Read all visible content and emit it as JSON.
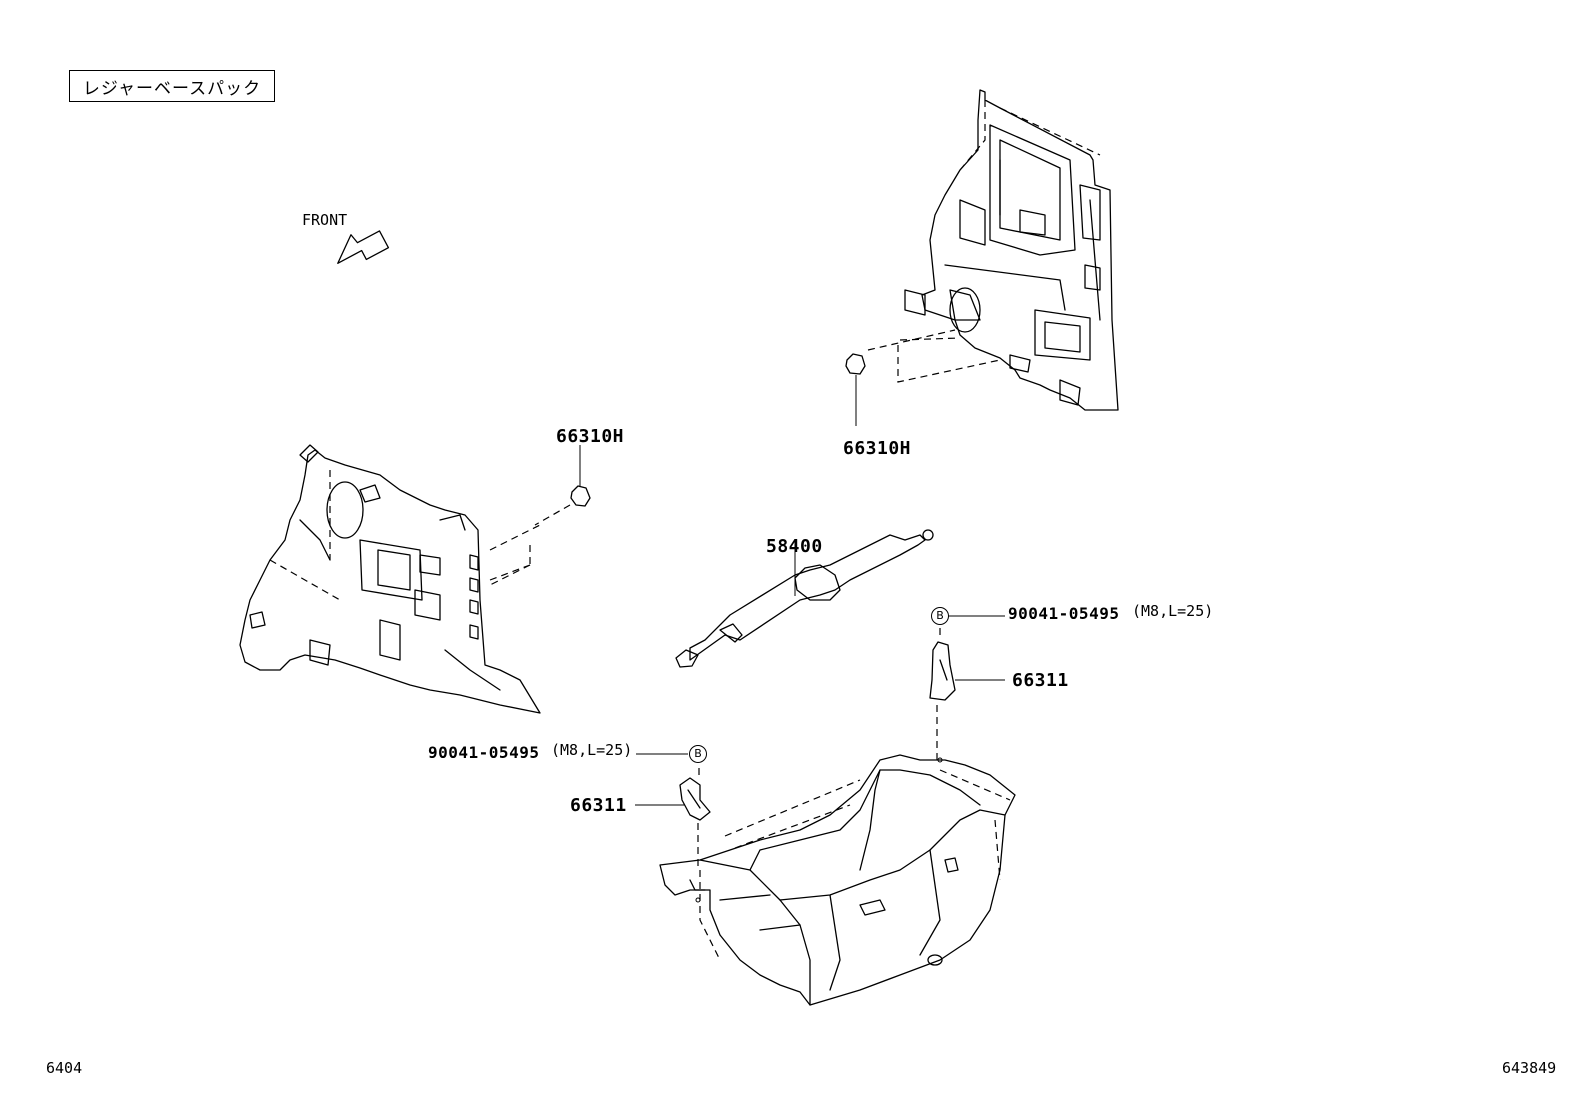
{
  "variant_label": "レジャーベースパック",
  "direction": {
    "label": "FRONT",
    "icon": "front-arrow-icon"
  },
  "callouts": [
    {
      "part_number": "66310H"
    },
    {
      "part_number": "66310H"
    },
    {
      "part_number": "58400"
    },
    {
      "part_number": "66311"
    },
    {
      "part_number": "66311"
    },
    {
      "bolt_number": "90041-05495",
      "spec": "(M8,L=25)",
      "ref": "B"
    },
    {
      "bolt_number": "90041-05495",
      "spec": "(M8,L=25)",
      "ref": "B"
    }
  ],
  "footer": {
    "left_code": "6404",
    "right_code": "643849"
  }
}
